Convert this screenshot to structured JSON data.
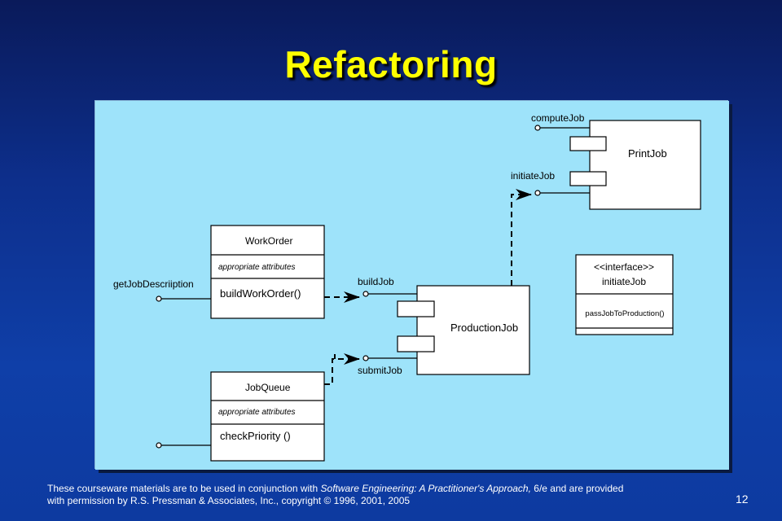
{
  "slide": {
    "title": "Refactoring",
    "page_number": "12",
    "footer": {
      "part1": "These courseware materials are to be used in conjunction with ",
      "book": "Software Engineering: A Practitioner's Approach,",
      "part2": " 6/e and are provided",
      "line2": "with permission by R.S. Pressman & Associates, Inc., copyright © 1996, 2001, 2005"
    }
  },
  "diagram": {
    "background": "#9ee3fa",
    "work_order": {
      "name": "WorkOrder",
      "attributes": "appropriate attributes",
      "operation": "buildWorkOrder()",
      "interface": "getJobDescriiption"
    },
    "job_queue": {
      "name": "JobQueue",
      "attributes": "appropriate attributes",
      "operation": "checkPriority ()"
    },
    "production_job": {
      "name": "ProductionJob",
      "interfaces": [
        "buildJob",
        "submitJob"
      ]
    },
    "print_job": {
      "name": "PrintJob",
      "interfaces": [
        "computeJob",
        "initiateJob"
      ]
    },
    "interface_box": {
      "stereotype": "<<interface>>",
      "name": "initiateJob",
      "operation": "passJobToProduction()"
    }
  }
}
